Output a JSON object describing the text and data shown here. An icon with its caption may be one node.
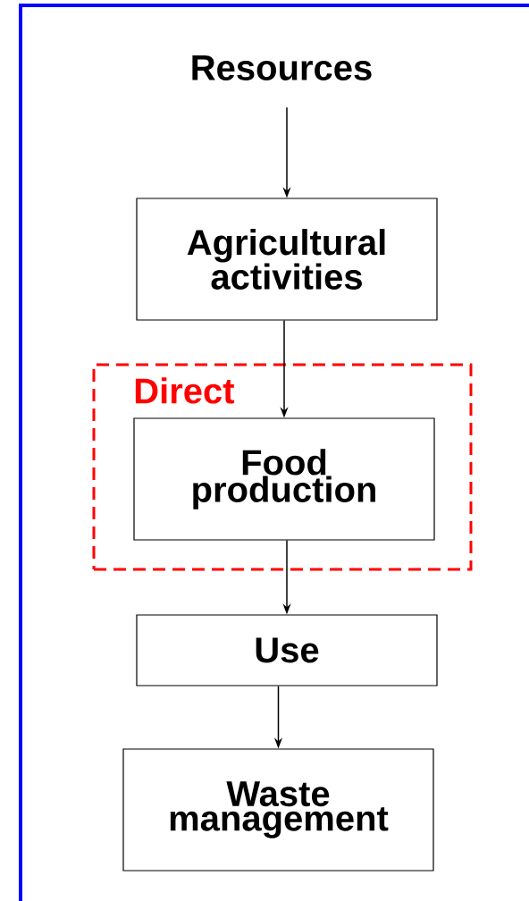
{
  "diagram": {
    "nodes": [
      {
        "text": [
          "Resources"
        ]
      },
      {
        "text": [
          "Agricultural activities"
        ]
      },
      {
        "text": [
          "Direct"
        ]
      },
      {
        "text": [
          "Food production"
        ],
        "in": 2
      },
      {
        "text": [
          "Use"
        ]
      },
      {
        "text": [
          "Waste management"
        ]
      }
    ],
    "edges": [
      {
        "from": 0,
        "to": 1,
        "arrow": "to"
      },
      {
        "from": 1,
        "to": 3,
        "arrow": "to"
      },
      {
        "from": 3,
        "to": 4,
        "arrow": "to"
      },
      {
        "from": 4,
        "to": 5,
        "arrow": "to"
      }
    ]
  }
}
